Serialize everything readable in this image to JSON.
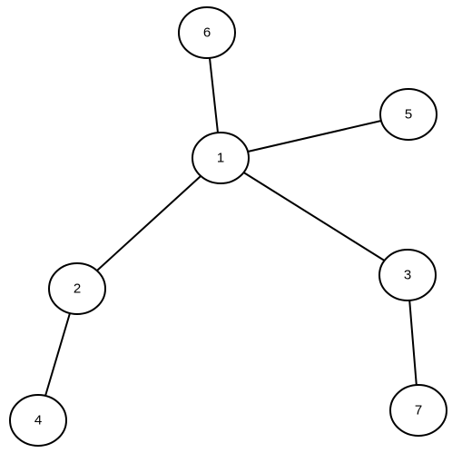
{
  "nodes": [
    {
      "id": "1",
      "label": "1"
    },
    {
      "id": "2",
      "label": "2"
    },
    {
      "id": "3",
      "label": "3"
    },
    {
      "id": "4",
      "label": "4"
    },
    {
      "id": "5",
      "label": "5"
    },
    {
      "id": "6",
      "label": "6"
    },
    {
      "id": "7",
      "label": "7"
    }
  ],
  "edges": [
    {
      "from": "1",
      "to": "6"
    },
    {
      "from": "1",
      "to": "5"
    },
    {
      "from": "1",
      "to": "2"
    },
    {
      "from": "1",
      "to": "3"
    },
    {
      "from": "2",
      "to": "4"
    },
    {
      "from": "3",
      "to": "7"
    }
  ],
  "colors": {
    "stroke": "#000000",
    "fill": "#ffffff",
    "background": "#ffffff"
  }
}
